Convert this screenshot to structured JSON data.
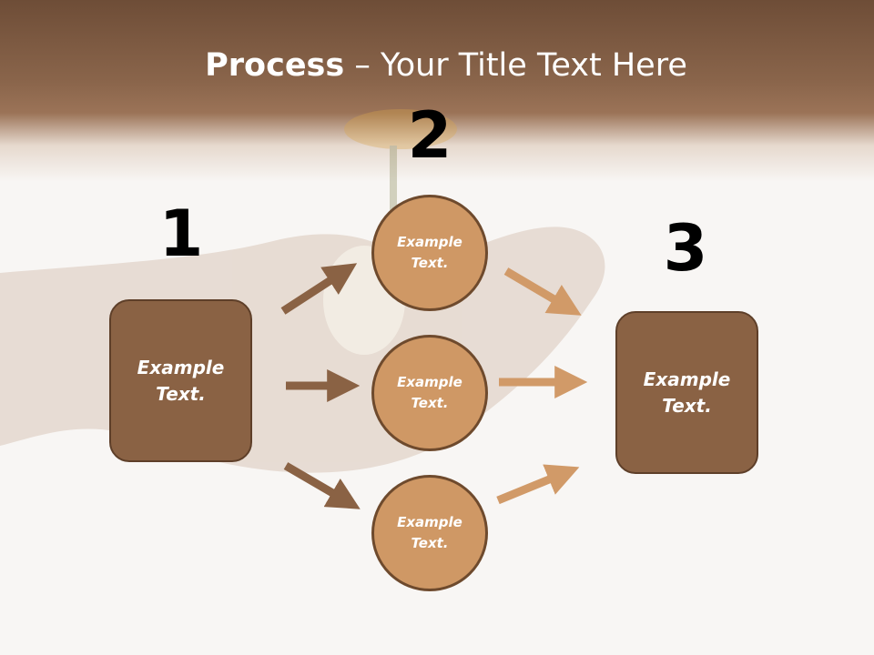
{
  "title": {
    "bold": "Process",
    "rest": " – Your Title Text Here"
  },
  "steps": {
    "one": "1",
    "two": "2",
    "three": "3"
  },
  "left_box": {
    "text": "Example\nText."
  },
  "circles": [
    {
      "text": "Example\nText."
    },
    {
      "text": "Example\nText."
    },
    {
      "text": "Example\nText."
    }
  ],
  "right_box": {
    "text": "Example\nText."
  },
  "colors": {
    "dark_brown": "#8a6244",
    "light_brown": "#cf9865",
    "header_brown": "#7a573e"
  }
}
